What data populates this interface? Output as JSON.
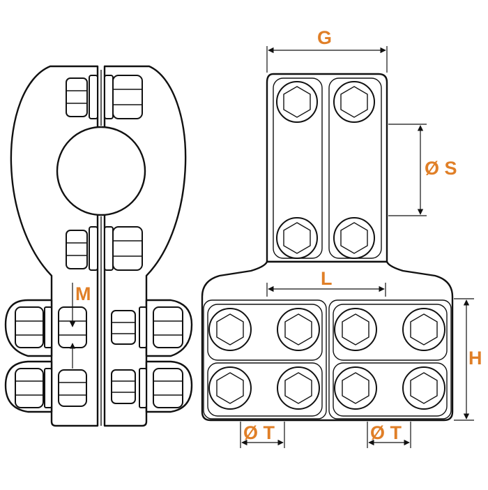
{
  "dimension_labels": {
    "g": "G",
    "s": "Ø S",
    "l": "L",
    "h": "H",
    "m": "M",
    "t_left": "Ø T",
    "t_right": "Ø T"
  },
  "colors": {
    "line": "#111111",
    "label": "#e07f27",
    "background": "#ffffff"
  }
}
